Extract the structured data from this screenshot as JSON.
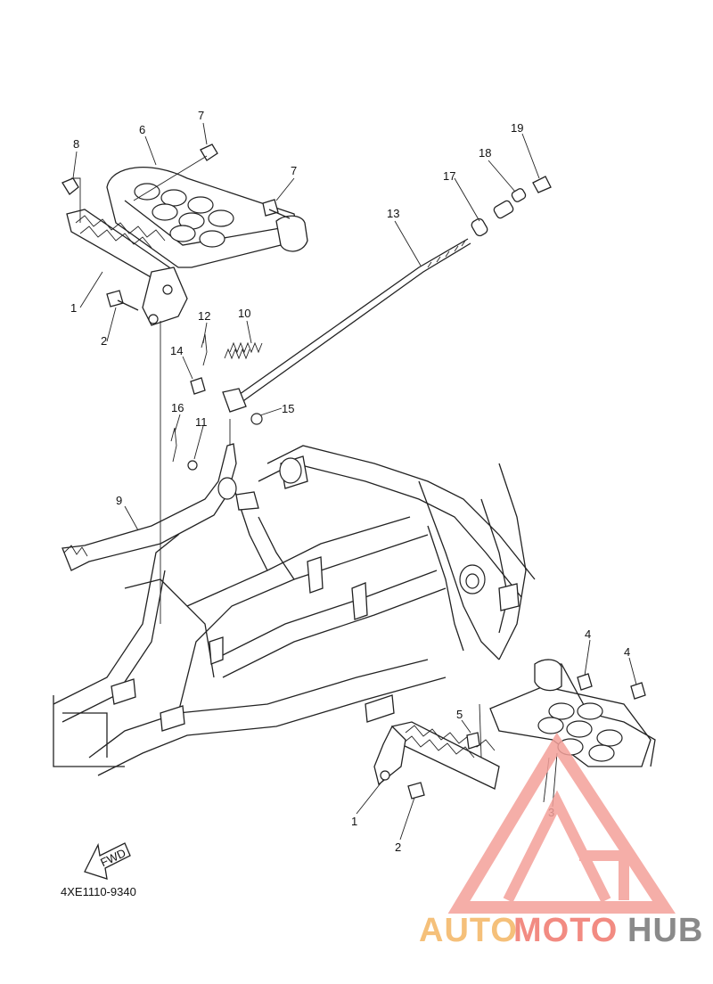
{
  "diagram": {
    "callouts": [
      "8",
      "7",
      "6",
      "7",
      "19",
      "18",
      "17",
      "13",
      "1",
      "2",
      "12",
      "10",
      "14",
      "15",
      "16",
      "11",
      "9",
      "4",
      "4",
      "5",
      "3",
      "1",
      "2"
    ],
    "part_code": "4XE1110-9340",
    "fwd_label": "FWD"
  },
  "watermark": {
    "text_a": "AUTO",
    "text_b": "MOTO",
    "text_c": "HUB",
    "colors": {
      "a": "#f5c07a",
      "b": "#f28b82",
      "c": "#8a8a8a",
      "logo": "#f4a09a"
    }
  }
}
